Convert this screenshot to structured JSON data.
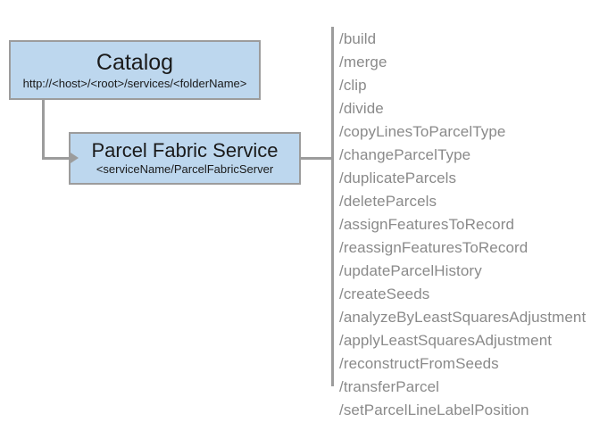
{
  "diagram": {
    "type": "architecture-flow",
    "background_color": "#ffffff",
    "box_fill_color": "#bdd7ee",
    "box_border_color": "#9c9c9c",
    "connector_color": "#9c9c9c",
    "list_text_color": "#8a8a8a",
    "nodes": [
      {
        "id": "catalog",
        "title": "Catalog",
        "subtitle": "http://<host>/<root>/services/<folderName>"
      },
      {
        "id": "parcel-fabric-service",
        "title": "Parcel Fabric Service",
        "subtitle": "<serviceName/ParcelFabricServer"
      }
    ]
  },
  "operations": {
    "items": [
      "/build",
      "/merge",
      "/clip",
      "/divide",
      "/copyLinesToParcelType",
      "/changeParcelType",
      "/duplicateParcels",
      "/deleteParcels",
      "/assignFeaturesToRecord",
      "/reassignFeaturesToRecord",
      "/updateParcelHistory",
      "/createSeeds",
      "/analyzeByLeastSquaresAdjustment",
      "/applyLeastSquaresAdjustment",
      "/reconstructFromSeeds",
      "/transferParcel",
      "/setParcelLineLabelPosition"
    ]
  }
}
